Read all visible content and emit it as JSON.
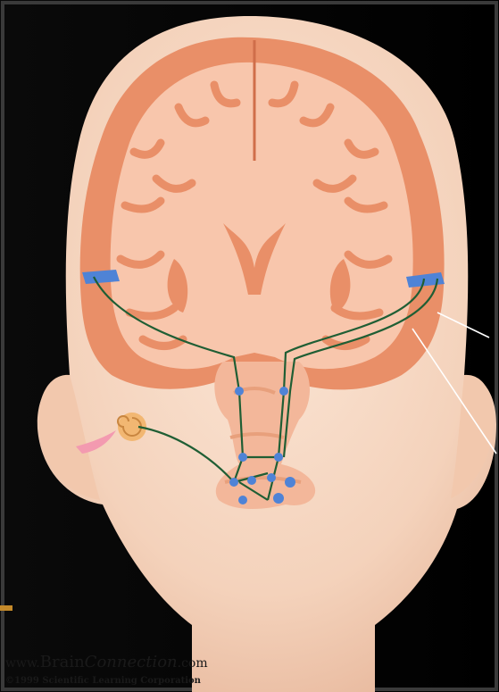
{
  "credits": {
    "site_prefix": "www.",
    "site_brand": "Brain",
    "site_conn": "Connection",
    "site_suffix": ".com",
    "copyright": "©1999 Scientific Learning Corporation"
  },
  "colors": {
    "background": "#000000",
    "skin": "#f6d9c4",
    "brain_outer": "#e98f68",
    "brain_inner": "#f8c6ac",
    "auditory_cortex": "#4f83d6",
    "pathway": "#1f5e34",
    "pointer_lines": "#ffffff"
  }
}
